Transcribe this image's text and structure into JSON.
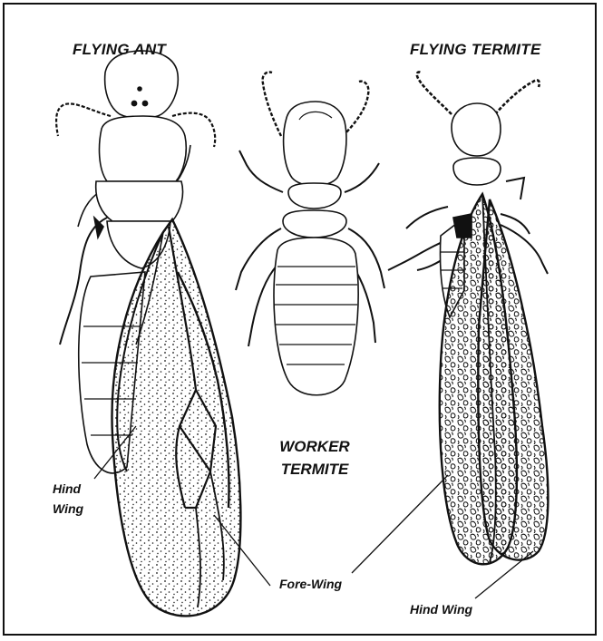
{
  "labels": {
    "flying_ant": "FLYING ANT",
    "flying_termite": "FLYING TERMITE",
    "worker_termite_line1": "WORKER",
    "worker_termite_line2": "TERMITE",
    "ant_hind_wing_line1": "Hind",
    "ant_hind_wing_line2": "Wing",
    "fore_wing": "Fore-Wing",
    "termite_hind_wing": "Hind Wing"
  },
  "colors": {
    "ink": "#111111",
    "background": "#ffffff",
    "frame": "#111111"
  }
}
